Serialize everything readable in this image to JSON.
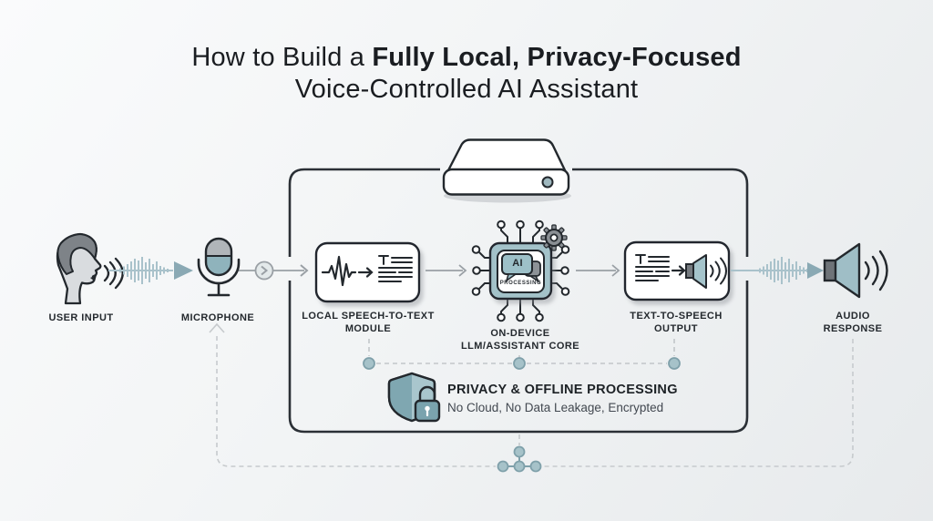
{
  "title": {
    "line1_prefix": "How to Build a ",
    "line1_bold": "Fully Local, Privacy-Focused",
    "line2": "Voice-Controlled AI Assistant"
  },
  "flow": {
    "user_input_label": "USER INPUT",
    "microphone_label": "MICROPHONE",
    "stt_label_1": "LOCAL SPEECH-TO-TEXT",
    "stt_label_2": "MODULE",
    "llm_label_1": "ON-DEVICE",
    "llm_label_2": "LLM/ASSISTANT CORE",
    "tts_label_1": "TEXT-TO-SPEECH",
    "tts_label_2": "OUTPUT",
    "audio_label_1": "AUDIO",
    "audio_label_2": "RESPONSE"
  },
  "chip": {
    "ai": "AI",
    "processing": "PROCESSING"
  },
  "privacy": {
    "title": "PRIVACY & OFFLINE PROCESSING",
    "subtitle": "No Cloud, No Data Leakage, Encrypted"
  },
  "icons": {
    "user": "speaking-person-icon",
    "left_flow": "soundwave-arrow-icon",
    "microphone": "microphone-icon",
    "mic_to_box": "circled-chevron-icon",
    "device": "mini-pc-device-icon",
    "stt": "waveform-to-text-icon",
    "llm": "ai-chip-icon",
    "gear": "gear-icon",
    "tts": "text-to-speaker-icon",
    "right_flow": "soundwave-arrow-icon",
    "audio": "speaker-icon",
    "privacy": "shield-lock-icon"
  },
  "colors": {
    "accent_teal": "#8fb3bc",
    "accent_teal_light": "#a9c6cd",
    "outline_dark": "#23282d",
    "arrow_gray": "#9aa0a5",
    "dashed_gray": "#c6cacd",
    "node_fill": "#a6c2c9",
    "node_stroke": "#7fa0aa",
    "background_light": "#fafbfc",
    "background_dark": "#e7eaec"
  }
}
